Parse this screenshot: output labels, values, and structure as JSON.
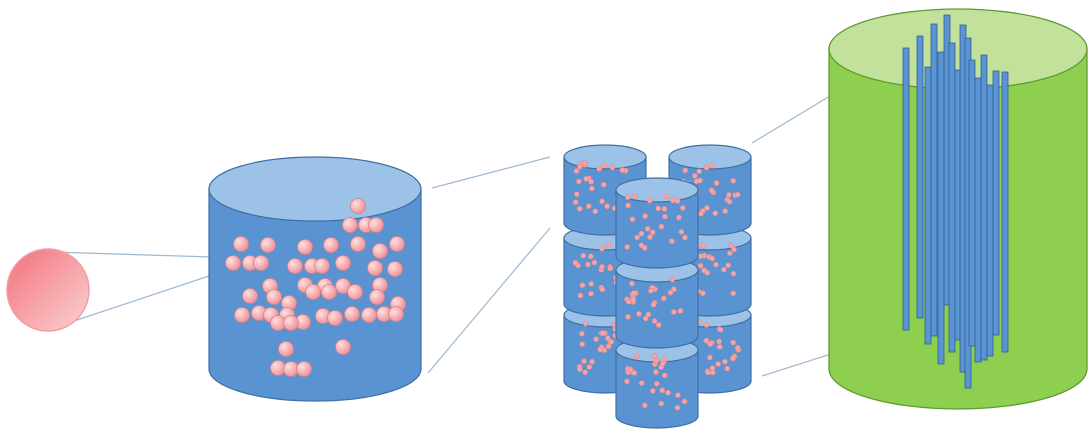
{
  "diagram": {
    "type": "hierarchical-zoom-illustration",
    "colors": {
      "background": "#ffffff",
      "particle_fill": "#f4a3a6",
      "particle_stroke": "#d98387",
      "large_particle_fill": "#f28b92",
      "pellet_body": "#5a93d1",
      "pellet_top": "#9cc2e8",
      "pellet_stroke": "#3f6fa3",
      "reactor_body": "#8ecf4f",
      "reactor_top": "#c2e29b",
      "reactor_stroke": "#5e9b33",
      "rod_fill": "#5b94d2",
      "rod_stroke": "#2f5f93",
      "connector_line": "#9fb8cf"
    },
    "stages": [
      {
        "name": "particle"
      },
      {
        "name": "pellet-with-particles"
      },
      {
        "name": "stack-of-pellets"
      },
      {
        "name": "reactor-with-rods"
      }
    ]
  }
}
